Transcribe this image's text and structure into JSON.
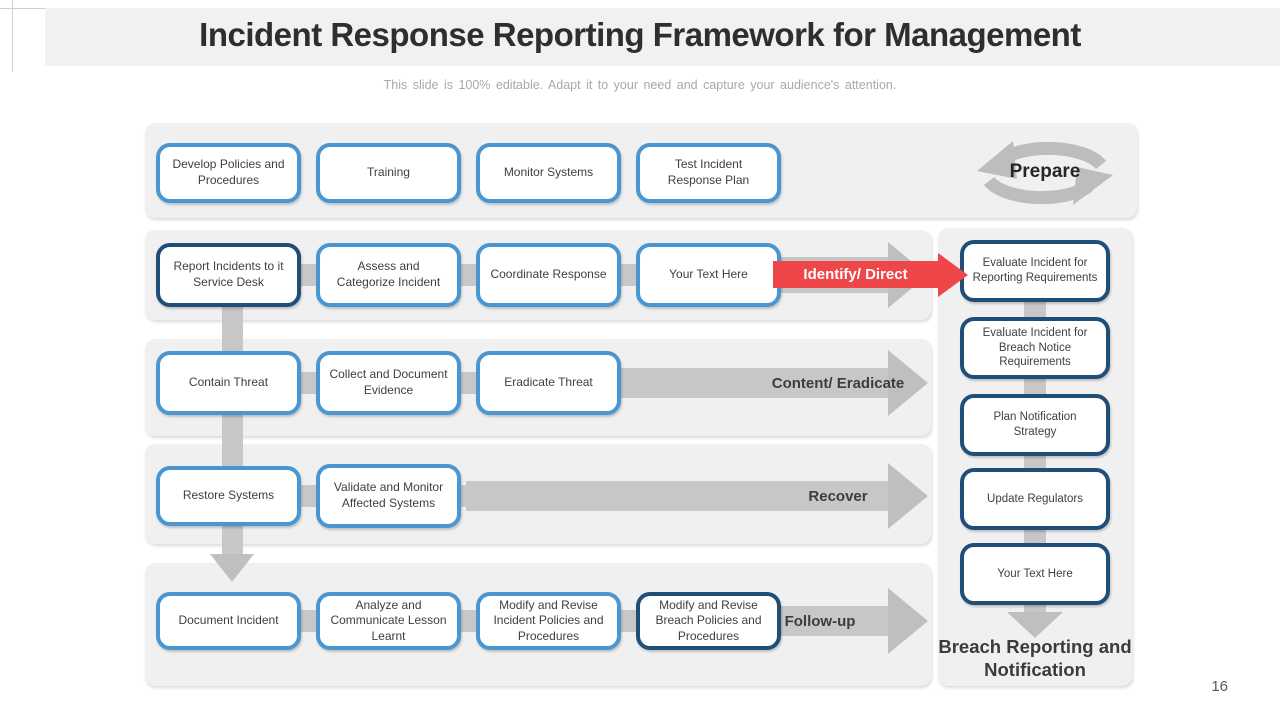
{
  "slide": {
    "title": "Incident Response Reporting Framework for Management",
    "subtitle": "This slide is 100% editable. Adapt it to your need and capture your audience's attention.",
    "page_number": "16"
  },
  "colors": {
    "accent_blue": "#4a96d0",
    "accent_navy": "#1f4e79",
    "arrow_red": "#ef4649",
    "connector_gray": "#c7c7c7",
    "panel_gray": "#f0f0f1"
  },
  "icons": {
    "prepare_cycle": "cycle-arrows-icon"
  },
  "prepare_row": {
    "stage_label": "Prepare",
    "boxes": [
      "Develop Policies and Procedures",
      "Training",
      "Monitor Systems",
      "Test Incident Response Plan"
    ]
  },
  "identify_row": {
    "stage_label": "Identify/ Direct",
    "boxes": [
      "Report Incidents to it Service Desk",
      "Assess and Categorize Incident",
      "Coordinate Response",
      "Your Text Here"
    ]
  },
  "contain_row": {
    "stage_label": "Content/ Eradicate",
    "boxes": [
      "Contain Threat",
      "Collect and Document Evidence",
      "Eradicate Threat"
    ]
  },
  "recover_row": {
    "stage_label": "Recover",
    "boxes": [
      "Restore Systems",
      "Validate and Monitor Affected Systems"
    ]
  },
  "followup_row": {
    "stage_label": "Follow-up",
    "boxes": [
      "Document Incident",
      "Analyze and Communicate Lesson Learnt",
      "Modify and Revise Incident Policies and Procedures",
      "Modify and Revise Breach Policies and Procedures"
    ]
  },
  "breach_column": {
    "boxes": [
      "Evaluate Incident for Reporting Requirements",
      "Evaluate Incident for Breach Notice Requirements",
      "Plan Notification Strategy",
      "Update Regulators",
      "Your Text Here"
    ],
    "footer": "Breach Reporting and Notification"
  }
}
